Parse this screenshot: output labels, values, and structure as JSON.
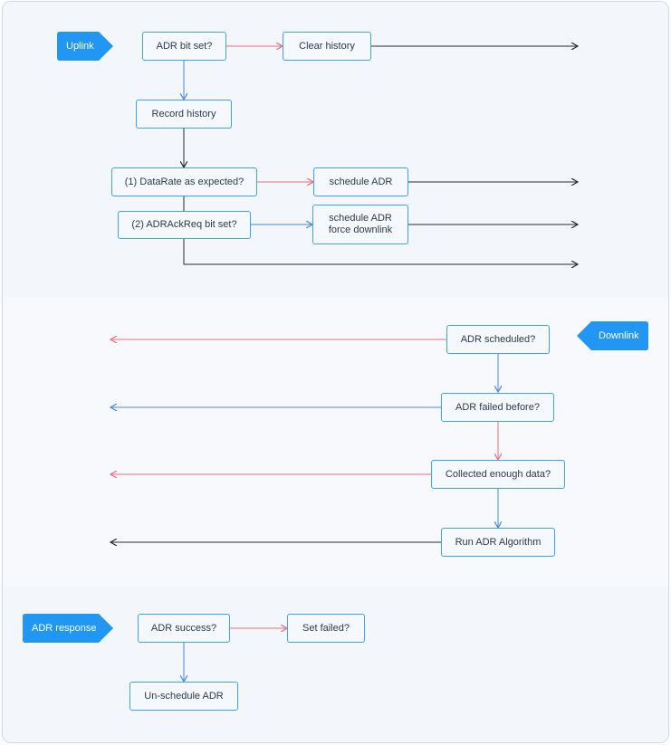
{
  "colors": {
    "accent": "#2196f3",
    "border": "#3ba3f7",
    "arrow_blue": "#4a86e8",
    "arrow_red": "#e8707a",
    "arrow_dark": "#2b2b2b"
  },
  "uplink": {
    "tag": "Uplink",
    "nodes": {
      "adr_bit_set": "ADR bit set?",
      "clear_history": "Clear history",
      "record_history": "Record history",
      "datarate_expected": "(1) DataRate as expected?",
      "schedule_adr": "schedule ADR",
      "adrackreq_bit_set": "(2) ADRAckReq bit set?",
      "schedule_adr_force": "schedule ADR\nforce downlink"
    }
  },
  "downlink": {
    "tag": "Downlink",
    "nodes": {
      "adr_scheduled": "ADR scheduled?",
      "adr_failed_before": "ADR failed before?",
      "collected_enough": "Collected enough data?",
      "run_adr": "Run ADR Algorithm"
    }
  },
  "adr_response": {
    "tag": "ADR response",
    "nodes": {
      "adr_success": "ADR success?",
      "set_failed": "Set failed?",
      "unschedule_adr": "Un-schedule ADR"
    }
  }
}
